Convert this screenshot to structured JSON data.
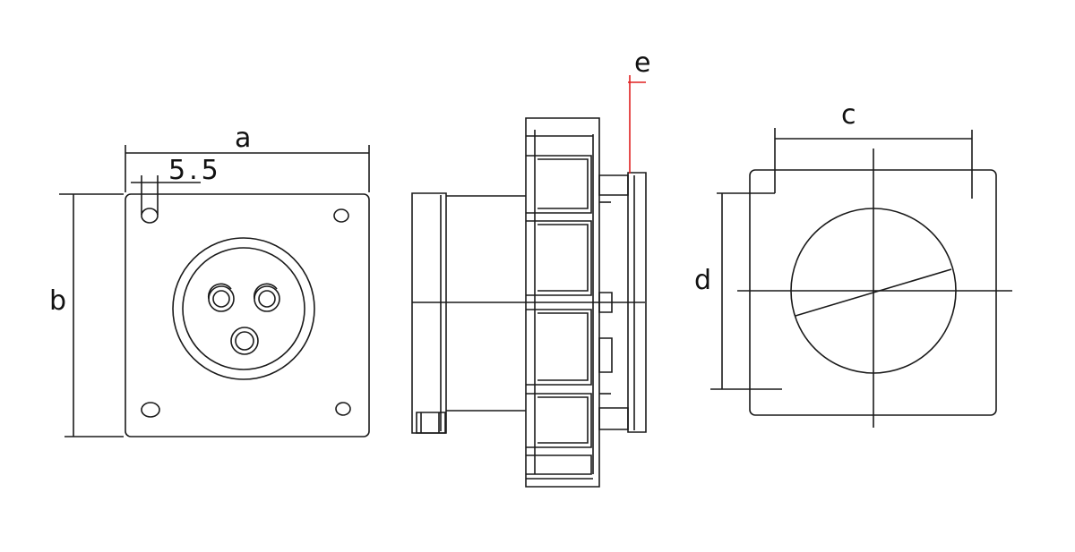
{
  "labels": {
    "a": "a",
    "hole": "5.5",
    "b": "b",
    "e": "e",
    "c": "c",
    "d": "d"
  },
  "colors": {
    "line": "#1a1a1a",
    "highlight": "#e02020"
  }
}
